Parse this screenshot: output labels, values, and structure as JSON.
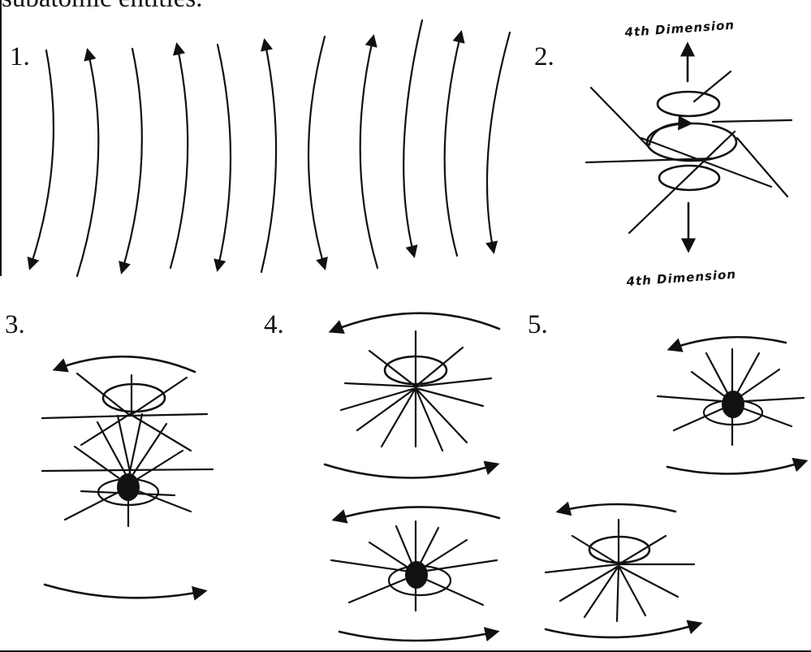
{
  "header_text": "subatomic entities.",
  "panels": [
    {
      "label": "1."
    },
    {
      "label": "2.",
      "top_caption": "4th Dimension",
      "bottom_caption": "4th Dimension"
    },
    {
      "label": "3."
    },
    {
      "label": "4."
    },
    {
      "label": "5."
    }
  ]
}
